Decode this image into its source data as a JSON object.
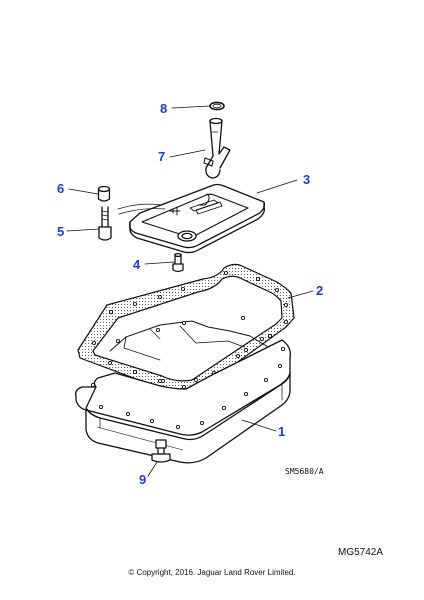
{
  "diagram": {
    "ref_code": "SM5680/A",
    "diagram_id": "MG5742A",
    "copyright": "© Copyright, 2016. Jaguar Land Rover Limited.",
    "callouts": [
      "1",
      "2",
      "3",
      "4",
      "5",
      "6",
      "7",
      "8",
      "9"
    ],
    "colors": {
      "callout": "#1a3fd0",
      "line": "#111111"
    }
  }
}
